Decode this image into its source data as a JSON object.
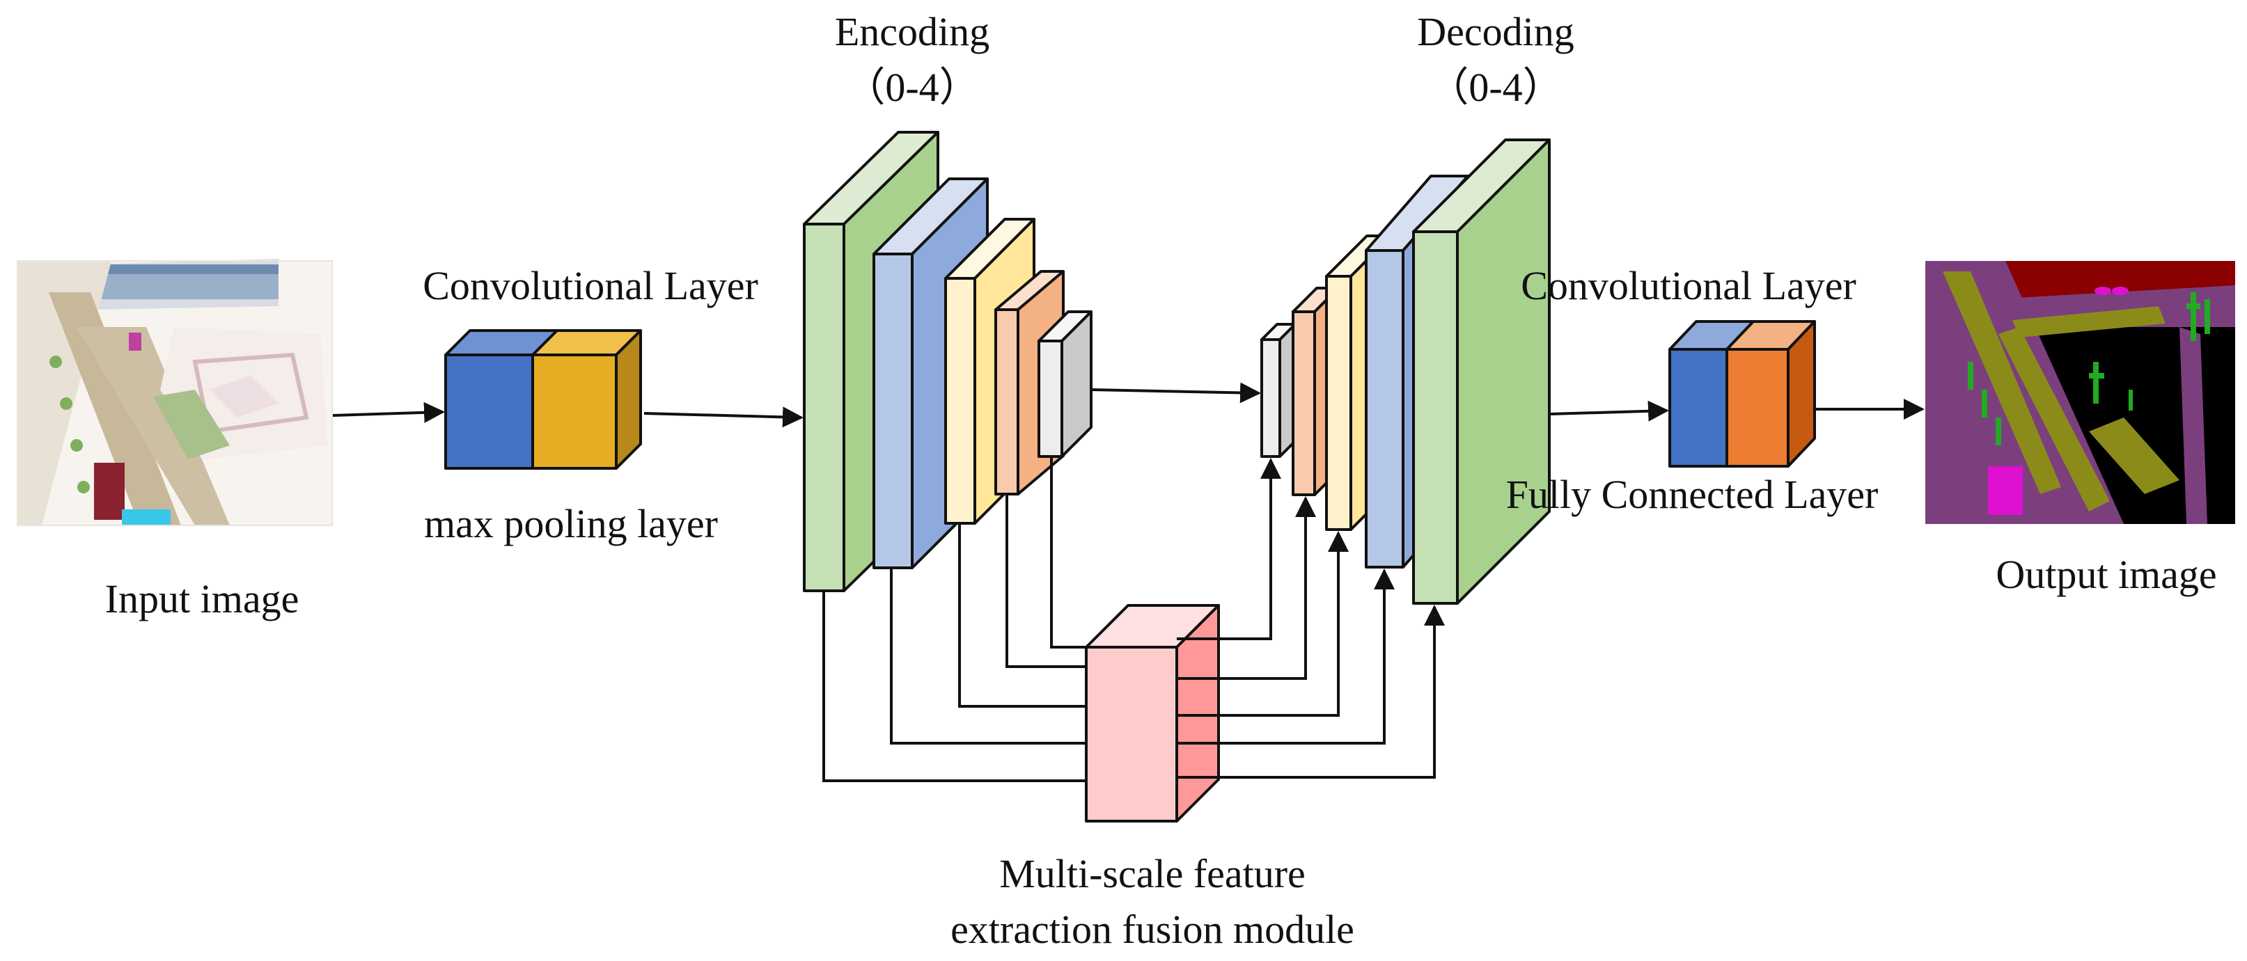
{
  "labels": {
    "encoding_title": "Encoding",
    "encoding_range": "（0-4）",
    "decoding_title": "Decoding",
    "decoding_range": "（0-4）",
    "conv_layer_left": "Convolutional Layer",
    "max_pooling": "max pooling layer",
    "input_image": "Input image",
    "conv_layer_right": "Convolutional Layer",
    "fully_connected": "Fully Connected Layer",
    "output_image": "Output image",
    "fusion_line1": "Multi-scale feature",
    "fusion_line2": "extraction fusion module"
  },
  "colors": {
    "conv_blue": "#4472C4",
    "conv_yellow": "#E6AC24",
    "conv_orange": "#ED7D31",
    "green": "#C5E0B4",
    "blue": "#B4C7E7",
    "light_yellow": "#FFF2CC",
    "peach": "#F8CBAD",
    "grey": "#EDEDED",
    "fusion_pink": "#FFCCCC",
    "seg_purple": "#7B3F7E",
    "seg_black": "#000000",
    "seg_darkred": "#8B0000",
    "seg_olive": "#8B8B1A",
    "seg_magenta": "#E010D0",
    "seg_green": "#22AA22"
  }
}
